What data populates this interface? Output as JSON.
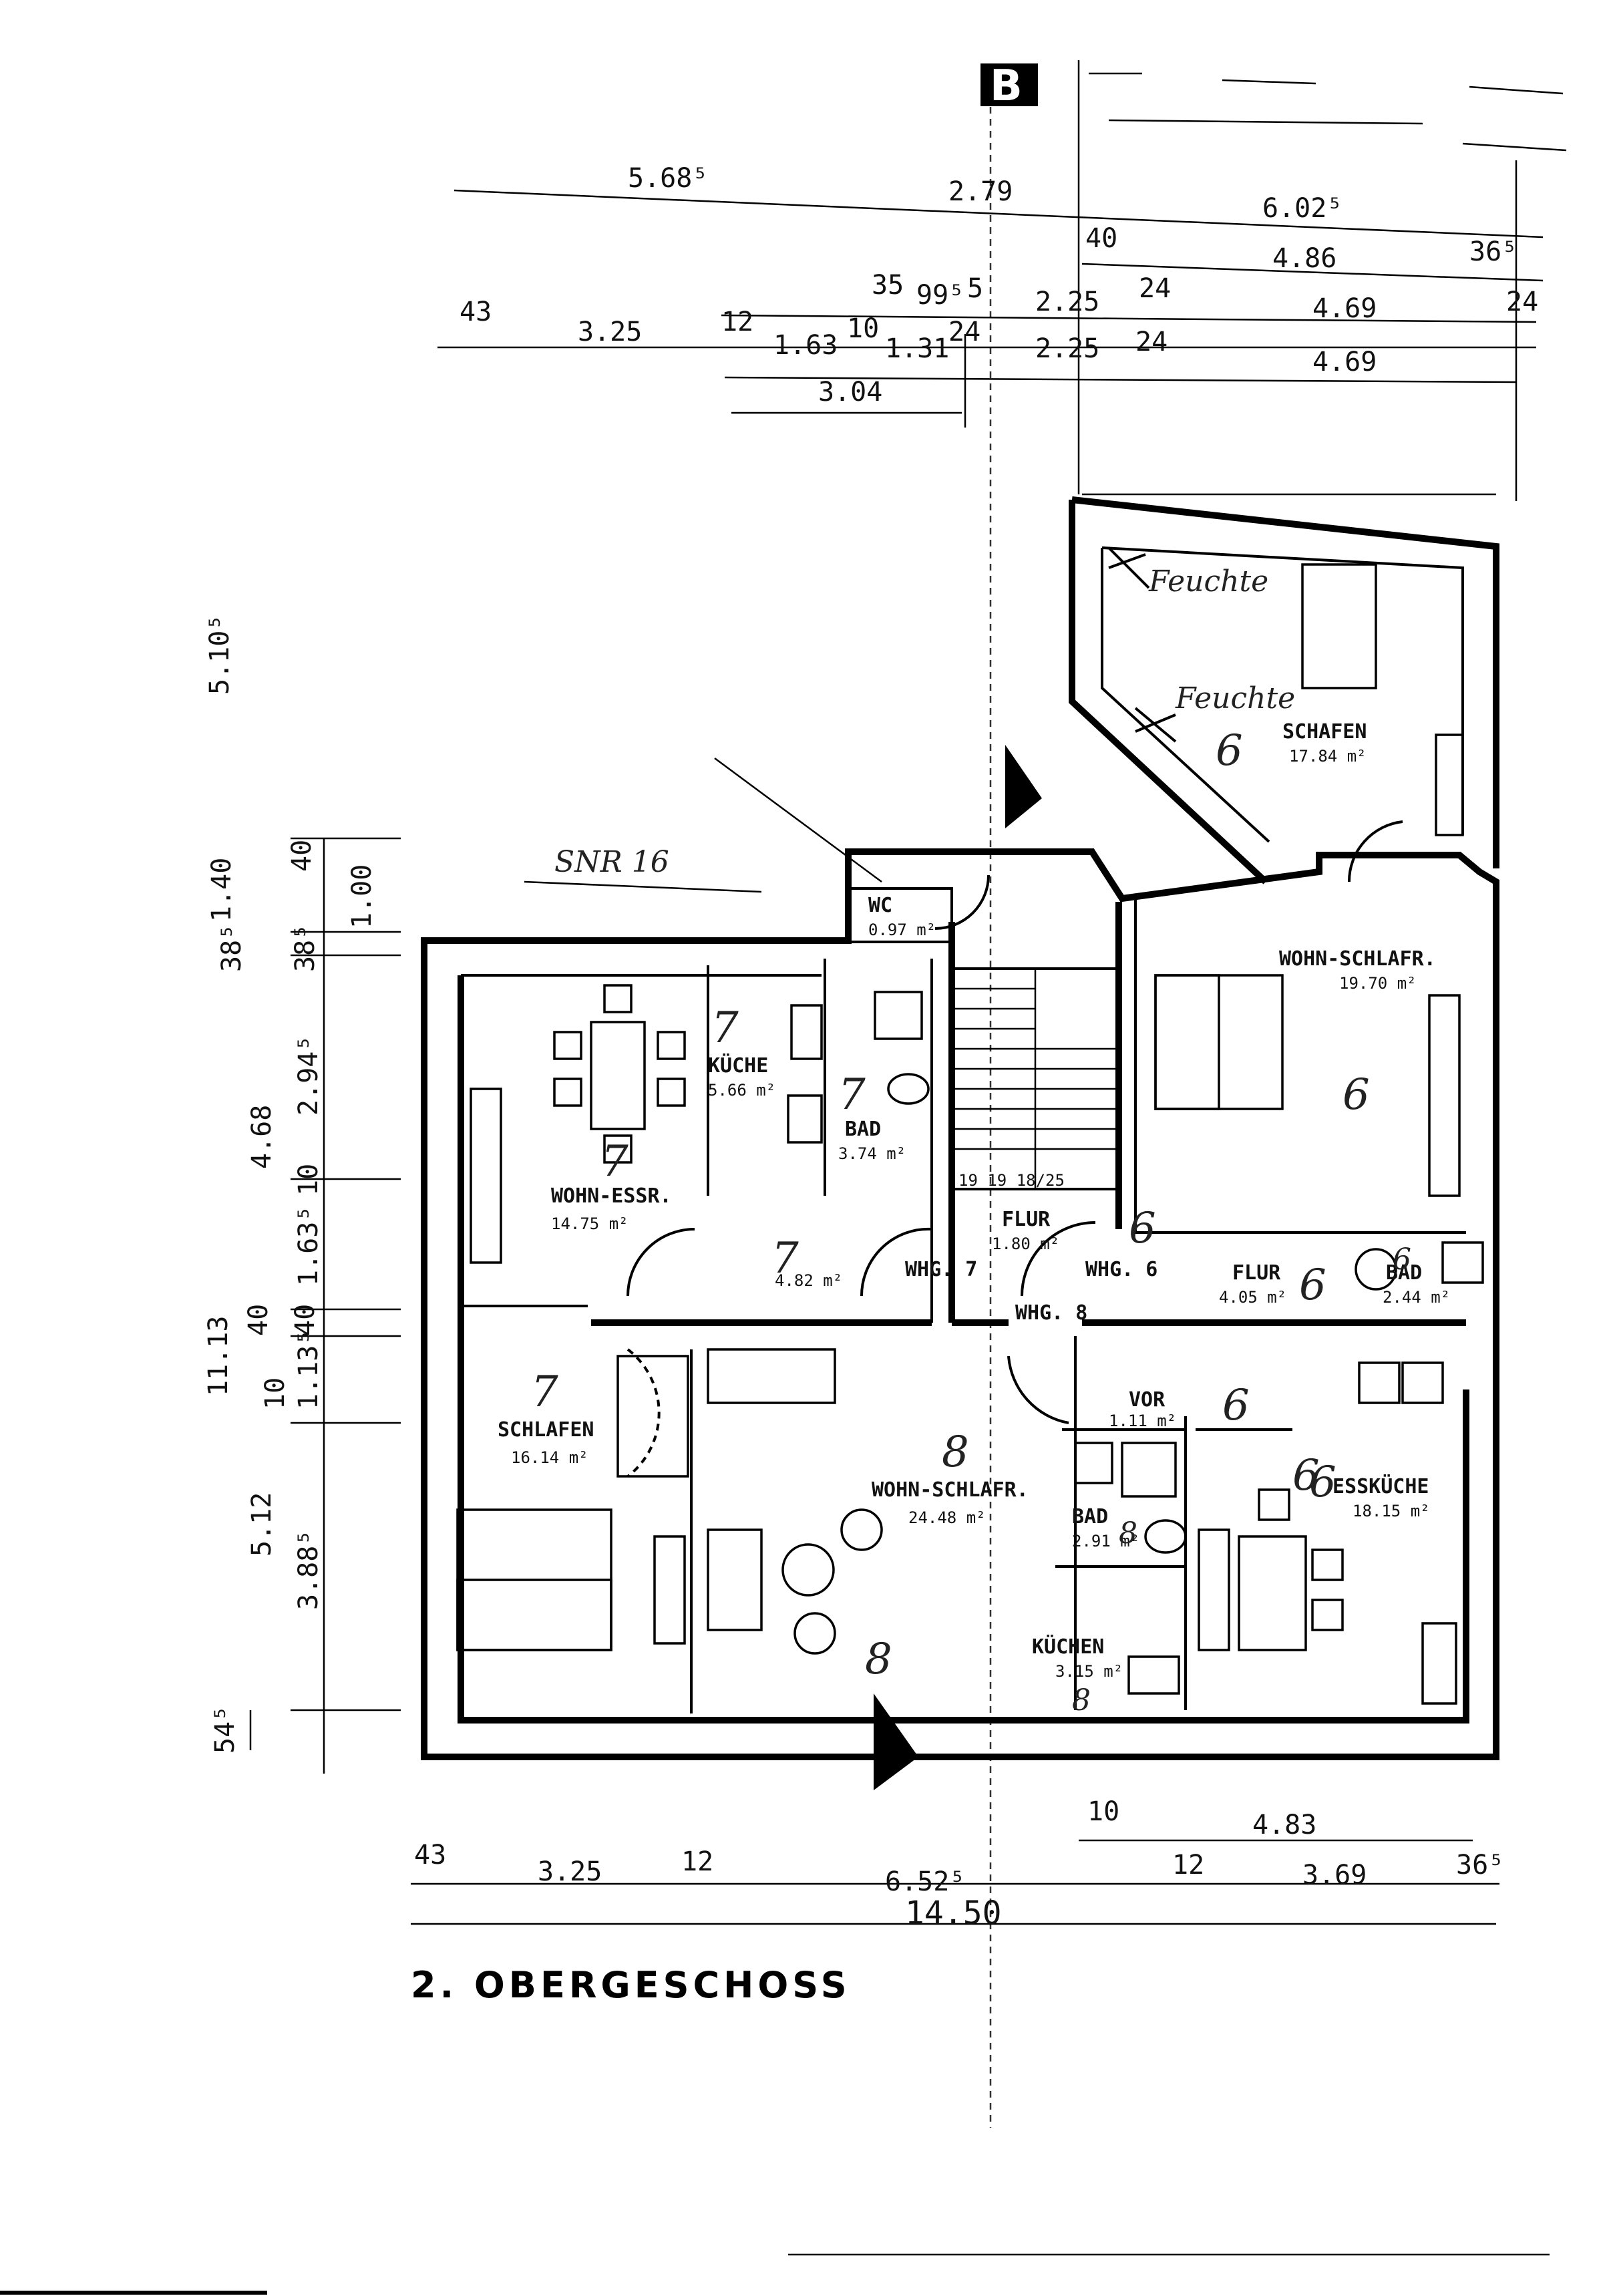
{
  "section_marker": "B",
  "top_dims": {
    "row1": [
      "5.68⁵",
      "2.79",
      "6.02⁵"
    ],
    "row2": [
      "40",
      "4.86",
      "36⁵"
    ],
    "row3": [
      "35",
      "99⁵",
      "5",
      "2.25",
      "24",
      "4.69",
      "24"
    ],
    "row4": [
      "43",
      "3.25",
      "12",
      "1.63",
      "10",
      "1.31",
      "24",
      "2.25",
      "24",
      "4.69"
    ],
    "row5": [
      "3.04"
    ]
  },
  "left_dims": {
    "courtyard": "5.10⁵",
    "block_a": [
      "1.40",
      "40",
      "1.00"
    ],
    "block_b": [
      "38⁵",
      "38⁵"
    ],
    "block_c": [
      "4.68",
      "2.94⁵",
      "10",
      "1.63⁵"
    ],
    "block_d": [
      "11.13",
      "40",
      "40"
    ],
    "block_e": [
      "10",
      "1.13⁵"
    ],
    "block_f": [
      "5.12",
      "3.88⁵"
    ],
    "block_g": [
      "54⁵"
    ]
  },
  "bottom_dims": {
    "row1": [
      "10",
      "4.83"
    ],
    "row2": [
      "43",
      "3.25",
      "12",
      "6.52⁵",
      "12",
      "3.69",
      "36⁵"
    ],
    "total": "14.50"
  },
  "rooms": {
    "wc": {
      "name": "WC",
      "area": "0.97 m²"
    },
    "kueche7": {
      "name": "KÜCHE",
      "area": "5.66 m²"
    },
    "bad7": {
      "name": "BAD",
      "area": "3.74 m²"
    },
    "wohn_essr": {
      "name": "WOHN-ESSR.",
      "area": "14.75 m²"
    },
    "flur7": {
      "area": "4.82 m²"
    },
    "flur_center": {
      "name": "FLUR",
      "area": "1.80 m²",
      "small": "19  19  18/25"
    },
    "schlafen7": {
      "name": "SCHLAFEN",
      "area": "16.14 m²"
    },
    "wohn_schlafr8": {
      "name": "WOHN-SCHLAFR.",
      "area": "24.48 m²"
    },
    "vor8": {
      "name": "VOR",
      "area": "1.11 m²"
    },
    "bad8": {
      "name": "BAD",
      "area": "2.91 m²"
    },
    "kuechen8": {
      "name": "KÜCHEN",
      "area": "3.15 m²"
    },
    "schlafen6": {
      "name": "SCHAFEN",
      "area": "17.84 m²"
    },
    "wohn_schlafr6": {
      "name": "WOHN-SCHLAFR.",
      "area": "19.70 m²"
    },
    "flur6": {
      "name": "FLUR",
      "area": "4.05 m²"
    },
    "bad6": {
      "name": "BAD",
      "area": "2.44 m²"
    },
    "esskueche": {
      "name": "ESSKÜCHE",
      "area": "18.15 m²"
    }
  },
  "units": {
    "whg7": "WHG. 7",
    "whg6": "WHG. 6",
    "whg8": "WHG. 8"
  },
  "handwritten": {
    "snr": "SNR 16",
    "feuchte1": "Feuchte",
    "feuchte2": "Feuchte",
    "n6": "6",
    "n7": "7",
    "n8": "8"
  },
  "floor_title": "2. OBERGESCHOSS"
}
